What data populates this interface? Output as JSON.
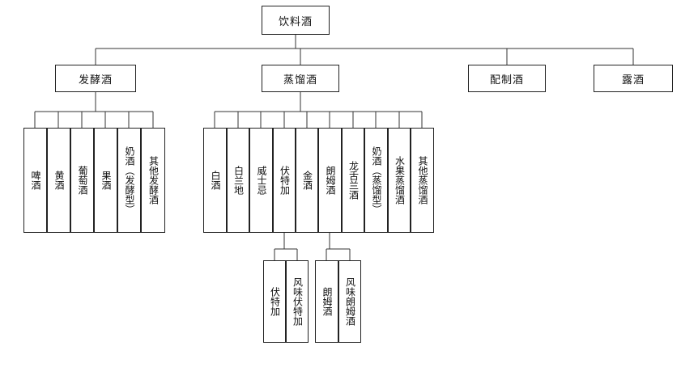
{
  "root": "饮料酒",
  "categories": [
    {
      "label": "发酵酒",
      "items": [
        {
          "label": "啤酒"
        },
        {
          "label": "黄酒"
        },
        {
          "label": "葡萄酒"
        },
        {
          "label": "果酒"
        },
        {
          "label": "奶酒（发酵型）"
        },
        {
          "label": "其他发酵酒"
        }
      ]
    },
    {
      "label": "蒸馏酒",
      "items": [
        {
          "label": "白酒"
        },
        {
          "label": "白兰地"
        },
        {
          "label": "威士忌"
        },
        {
          "label": "伏特加",
          "children": [
            "伏特加",
            "风味伏特加"
          ]
        },
        {
          "label": "金酒"
        },
        {
          "label": "朗姆酒",
          "children": [
            "朗姆酒",
            "风味朗姆酒"
          ]
        },
        {
          "label": "龙舌兰酒"
        },
        {
          "label": "奶酒（蒸馏型）"
        },
        {
          "label": "水果蒸馏酒"
        },
        {
          "label": "其他蒸馏酒"
        }
      ]
    },
    {
      "label": "配制酒",
      "items": []
    },
    {
      "label": "露酒",
      "items": []
    }
  ]
}
